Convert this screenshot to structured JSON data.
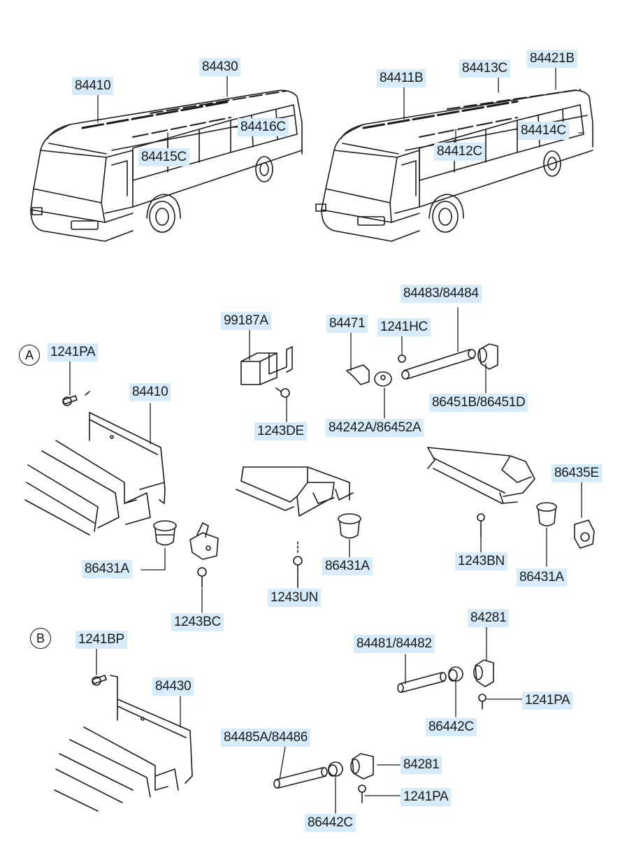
{
  "sections": {
    "a": {
      "marker": "A"
    },
    "b": {
      "marker": "B"
    }
  },
  "labels": {
    "bus_left": {
      "p84410": "84410",
      "p84430": "84430",
      "p84416c": "84416C",
      "p84415c": "84415C"
    },
    "bus_right": {
      "p84411b": "84411B",
      "p84413c": "84413C",
      "p84421b": "84421B",
      "p84414c": "84414C",
      "p84412c": "84412C"
    },
    "section_a": {
      "p1241pa": "1241PA",
      "p84410": "84410",
      "p99187a": "99187A",
      "p1243de": "1243DE",
      "p84471": "84471",
      "p1241hc": "1241HC",
      "p84483": "84483/84484",
      "p86451b": "86451B/86451D",
      "p84242a": "84242A/86452A",
      "p86435e": "86435E",
      "p86431a_1": "86431A",
      "p1243bc": "1243BC",
      "p86431a_2": "86431A",
      "p1243un": "1243UN",
      "p1243bn": "1243BN",
      "p86431a_3": "86431A"
    },
    "section_b": {
      "p1241bp": "1241BP",
      "p84430": "84430",
      "p84481": "84481/84482",
      "p84281_1": "84281",
      "p1241pa_1": "1241PA",
      "p86442c_1": "86442C",
      "p84485a": "84485A/84486",
      "p84281_2": "84281",
      "p1241pa_2": "1241PA",
      "p86442c_2": "86442C"
    }
  }
}
